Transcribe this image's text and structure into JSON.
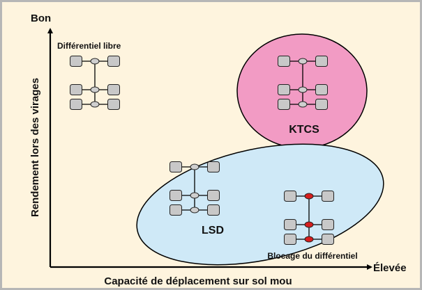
{
  "axes": {
    "y_label": "Rendement lors des virages",
    "y_top_label": "Bon",
    "x_label": "Capacité de déplacement sur sol mou",
    "x_end_label": "Élevée"
  },
  "regions": [
    {
      "label": "KTCS",
      "fill": "#f29bc4",
      "stroke": "#000000"
    },
    {
      "label": "LSD",
      "fill": "#cfe9f7",
      "stroke": "#000000"
    }
  ],
  "diagrams": [
    {
      "label": "Différentiel libre",
      "diff_color": "#cfcfcf"
    },
    {
      "label": "",
      "diff_color": "#cfcfcf"
    },
    {
      "label": "",
      "diff_color": "#cfcfcf"
    },
    {
      "label": "Blocage du différentiel",
      "diff_color": "#d61e1e"
    }
  ],
  "colors": {
    "background": "#fef4de",
    "wheel": "#c8c8c8",
    "axis": "#000000"
  }
}
